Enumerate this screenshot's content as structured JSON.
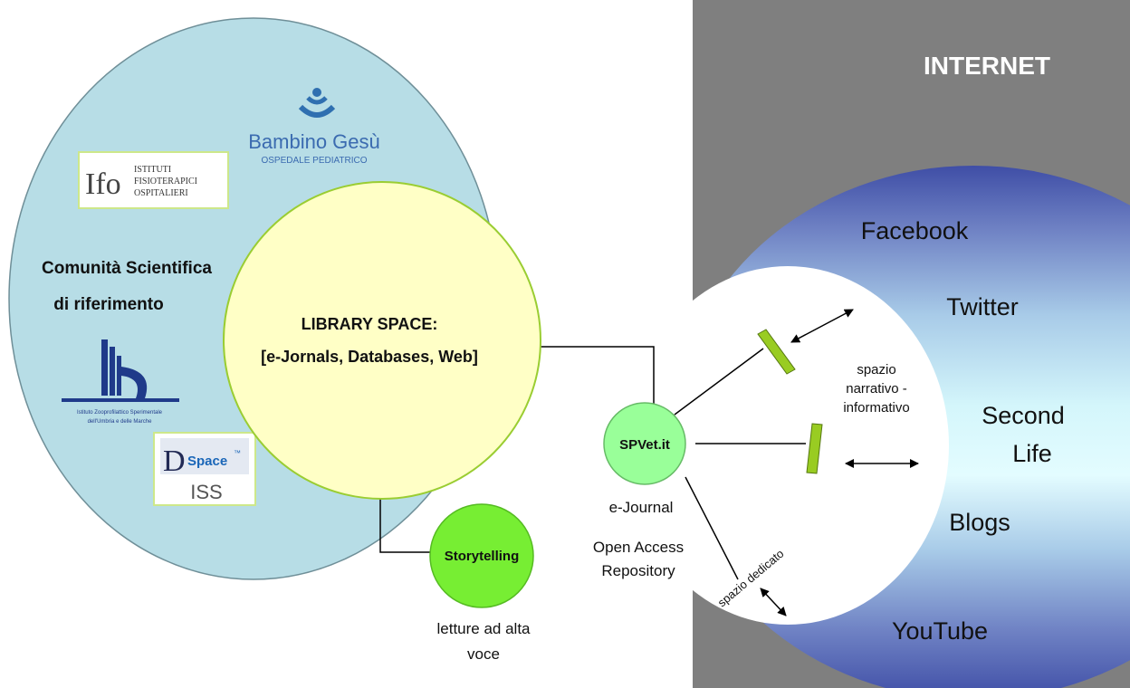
{
  "internet": {
    "title": "INTERNET"
  },
  "community": {
    "line1": "Comunità Scientifica",
    "line2": "di riferimento"
  },
  "logos": {
    "bambino_name": "Bambino Gesù",
    "bambino_sub": "OSPEDALE PEDIATRICO",
    "ifo_mark": "Ifo",
    "ifo_line1": "ISTITUTI",
    "ifo_line2": "FISIOTERAPICI",
    "ifo_line3": "OSPITALIERI",
    "izs_line1": "Istituto Zooprofilattico Sperimentale",
    "izs_line2": "dell'Umbria e delle Marche",
    "dspace_d": "D",
    "dspace_word": "Space",
    "dspace_tm": "™",
    "dspace_iss": "ISS"
  },
  "library": {
    "line1": "LIBRARY SPACE:",
    "line2": "[e-Jornals, Databases, Web]"
  },
  "spvet": {
    "label": "SPVet.it",
    "ejournal": "e-Journal",
    "repo_line1": "Open Access",
    "repo_line2": "Repository"
  },
  "storytelling": {
    "label": "Storytelling",
    "caption_line1": "letture ad alta",
    "caption_line2": "voce"
  },
  "narrative": {
    "line1": "spazio",
    "line2": "narrativo -",
    "line3": "informativo"
  },
  "dedicated": {
    "label": "spazio dedicato"
  },
  "social": {
    "facebook": "Facebook",
    "twitter": "Twitter",
    "second_line1": "Second",
    "second_line2": "Life",
    "blogs": "Blogs",
    "youtube": "YouTube"
  },
  "colors": {
    "internet_bg": "#7f7f7f",
    "community_fill": "#b7dde6",
    "library_fill": "#ffffc6",
    "node_green": "#99ff99",
    "storytelling_green": "#77ee33",
    "connector_bar": "#99cc22"
  }
}
